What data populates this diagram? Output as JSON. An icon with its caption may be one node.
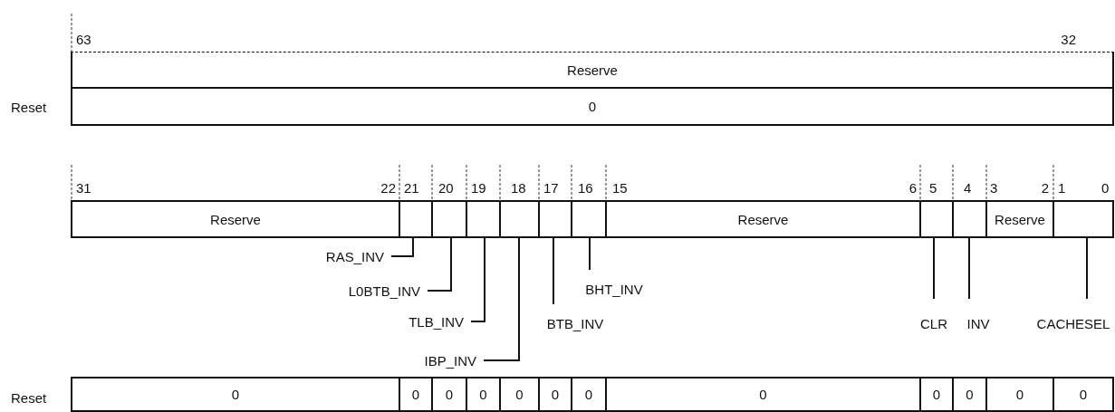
{
  "diagram": {
    "nodes": [
      {
        "text": [
          "Reserve"
        ]
      },
      {
        "text": [
          "0"
        ]
      },
      {
        "text": [
          "Reserve"
        ]
      },
      {
        "text": [],
        "shape": "box"
      },
      {
        "text": [],
        "shape": "box"
      },
      {
        "text": [],
        "shape": "box"
      },
      {
        "text": [],
        "shape": "box"
      },
      {
        "text": [],
        "shape": "box"
      },
      {
        "text": [],
        "shape": "box"
      },
      {
        "text": [
          "Reserve"
        ]
      },
      {
        "text": [],
        "shape": "box"
      },
      {
        "text": [],
        "shape": "box"
      },
      {
        "text": [
          "Reserve"
        ]
      },
      {
        "text": [],
        "shape": "box"
      },
      {
        "text": [
          "RAS_INV"
        ]
      },
      {
        "text": [
          "L0BTB_INV"
        ]
      },
      {
        "text": [
          "TLB_INV"
        ]
      },
      {
        "text": [
          "IBP_INV"
        ]
      },
      {
        "text": [
          "BTB_INV"
        ]
      },
      {
        "text": [
          "BHT_INV"
        ]
      },
      {
        "text": [
          "CLR"
        ]
      },
      {
        "text": [
          "INV"
        ]
      },
      {
        "text": [
          "CACHESEL"
        ]
      },
      {
        "text": [
          "0"
        ]
      },
      {
        "text": [
          "0"
        ]
      },
      {
        "text": [
          "0"
        ]
      },
      {
        "text": [
          "0"
        ]
      },
      {
        "text": [
          "0"
        ]
      },
      {
        "text": [
          "0"
        ]
      },
      {
        "text": [
          "0"
        ]
      },
      {
        "text": [
          "0"
        ]
      },
      {
        "text": [
          "0"
        ]
      },
      {
        "text": [
          "0"
        ]
      },
      {
        "text": [
          "0"
        ]
      },
      {
        "text": [
          "0"
        ]
      }
    ],
    "edges": [
      {
        "from": 14,
        "to": 3,
        "arrow": "none"
      },
      {
        "from": 15,
        "to": 4,
        "arrow": "none"
      },
      {
        "from": 16,
        "to": 5,
        "arrow": "none"
      },
      {
        "from": 17,
        "to": 6,
        "arrow": "none"
      },
      {
        "from": 18,
        "to": 7,
        "arrow": "none"
      },
      {
        "from": 19,
        "to": 8,
        "arrow": "none"
      },
      {
        "from": 20,
        "to": 10,
        "arrow": "none"
      },
      {
        "from": 21,
        "to": 11,
        "arrow": "none"
      },
      {
        "from": 22,
        "to": 13,
        "arrow": "none"
      }
    ],
    "labels": [
      "63",
      "32",
      "Reset",
      "31",
      "22",
      "21",
      "20",
      "19",
      "18",
      "17",
      "16",
      "15",
      "6",
      "5",
      "4",
      "3",
      "2",
      "1",
      "0",
      "Reset"
    ]
  }
}
